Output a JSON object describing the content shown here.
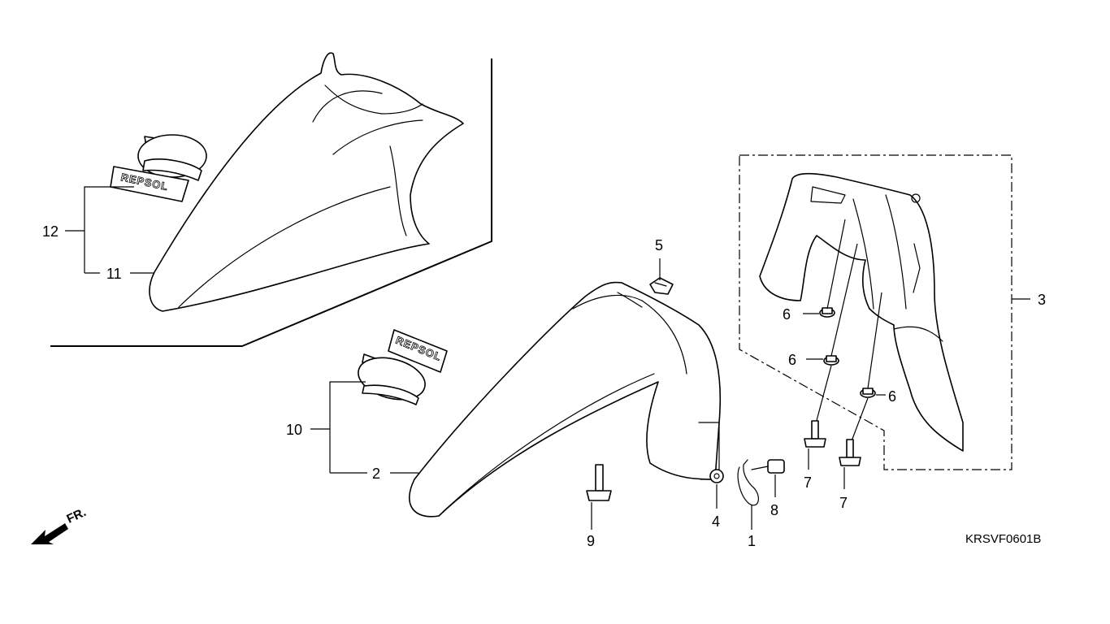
{
  "diagram": {
    "callouts": {
      "c1": "1",
      "c2": "2",
      "c3": "3",
      "c4": "4",
      "c5": "5",
      "c6a": "6",
      "c6b": "6",
      "c6c": "6",
      "c7a": "7",
      "c7b": "7",
      "c8": "8",
      "c9": "9",
      "c10": "10",
      "c11": "11",
      "c12": "12"
    },
    "decal_text": "REPSOL",
    "direction_label": "FR.",
    "drawing_code": "KRSVF0601B"
  }
}
